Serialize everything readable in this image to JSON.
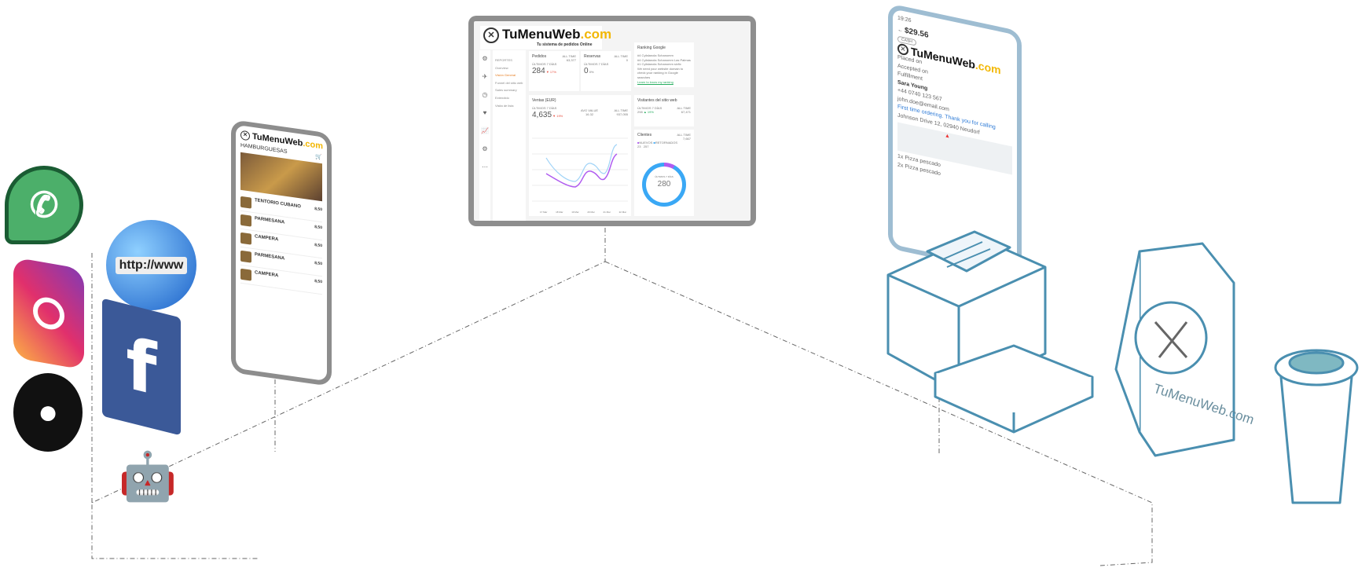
{
  "brand": {
    "name": "TuMenuWeb",
    "tld": ".com",
    "tagline": "Tu sistema de pedidos Online"
  },
  "dashboard": {
    "menu": {
      "section": "REPORTES",
      "items": [
        "Overview",
        "Visión General",
        "Funnel del sitio web",
        "Sales summary",
        "Extendido",
        "Visita de lista"
      ]
    },
    "pedidos": {
      "title": "Pedidos",
      "period": "ÚLTIMOS 7 DÍAS",
      "value": "284",
      "change": "▼ 17%",
      "all_time_label": "ALL TIME",
      "all_time": "63,377"
    },
    "reservas": {
      "title": "Reservas",
      "period": "ÚLTIMOS 7 DÍAS",
      "value": "0",
      "change": "0%",
      "all_time_label": "ALL TIME",
      "all_time": "0"
    },
    "ranking": {
      "title": "Ranking Google",
      "lines": [
        "#4 Cyfalanola Schanomm",
        "#4 Cyfalanola Schanomm Las Palmas",
        "#1 Cyfalanola Schanomm sixfix",
        "We need your website domain to check your ranking in Google searches"
      ],
      "link": "Learn to know my ranking"
    },
    "ventas": {
      "title": "Ventas (EUR)",
      "period": "ÚLTIMOS 7 DÍAS",
      "value": "4,635",
      "change": "▼ 19%",
      "avg_label": "AVG VALUE",
      "avg": "16.32",
      "all_time_label": "ALL TIME",
      "all_time": "937,055",
      "x_labels": [
        "17 Mar",
        "18 Mar",
        "19 Mar",
        "20 Mar",
        "21 Mar",
        "22 Mar"
      ]
    },
    "visitantes": {
      "title": "Visitantes del sitio web",
      "period": "ÚLTIMOS 7 DÍAS",
      "value": "298",
      "change": "▲ 19%",
      "all_time_label": "ALL TIME",
      "all_time": "67,471"
    },
    "clientes": {
      "title": "Clientes",
      "new_label": "NUEVOS",
      "new": "23",
      "ret_label": "RETORNADOS",
      "ret": "257",
      "all_time_label": "ALL TIME",
      "all_time": "7,667",
      "ring_label": "ÚLTIMOS 7 DÍAS",
      "ring_value": "280"
    }
  },
  "menu_phone": {
    "category": "HAMBURGUESAS",
    "items": [
      {
        "name": "TENTORIO CUBANO",
        "price": "8,50"
      },
      {
        "name": "PARMESANA",
        "price": "8,50"
      },
      {
        "name": "CAMPERA",
        "price": "8,50"
      },
      {
        "name": "PARMESANA",
        "price": "8,50"
      },
      {
        "name": "CAMPERA",
        "price": "8,50"
      }
    ]
  },
  "order_phone": {
    "time": "19:26",
    "amount": "$29.56",
    "badge": "CASH",
    "status": [
      "Placed on",
      "Accepted on",
      "Fulfillment"
    ],
    "customer": "Sara Young",
    "phone": "+44 0740 123 567",
    "email": "john.doe@email.com",
    "note": "First time ordering. Thank you for calling",
    "address": "Johnson Drive 12, 02940 Neudorf",
    "lines": [
      {
        "qty": "1x",
        "name": "Pizza pescado"
      },
      {
        "qty": "2x",
        "name": "Pizza pescado"
      }
    ]
  },
  "bag_brand": "TuMenuWeb.com",
  "colors": {
    "accent": "#f2b705",
    "line_blue": "#4a8fb0",
    "purple": "#b05cf0",
    "light_blue": "#9fd3f7"
  }
}
